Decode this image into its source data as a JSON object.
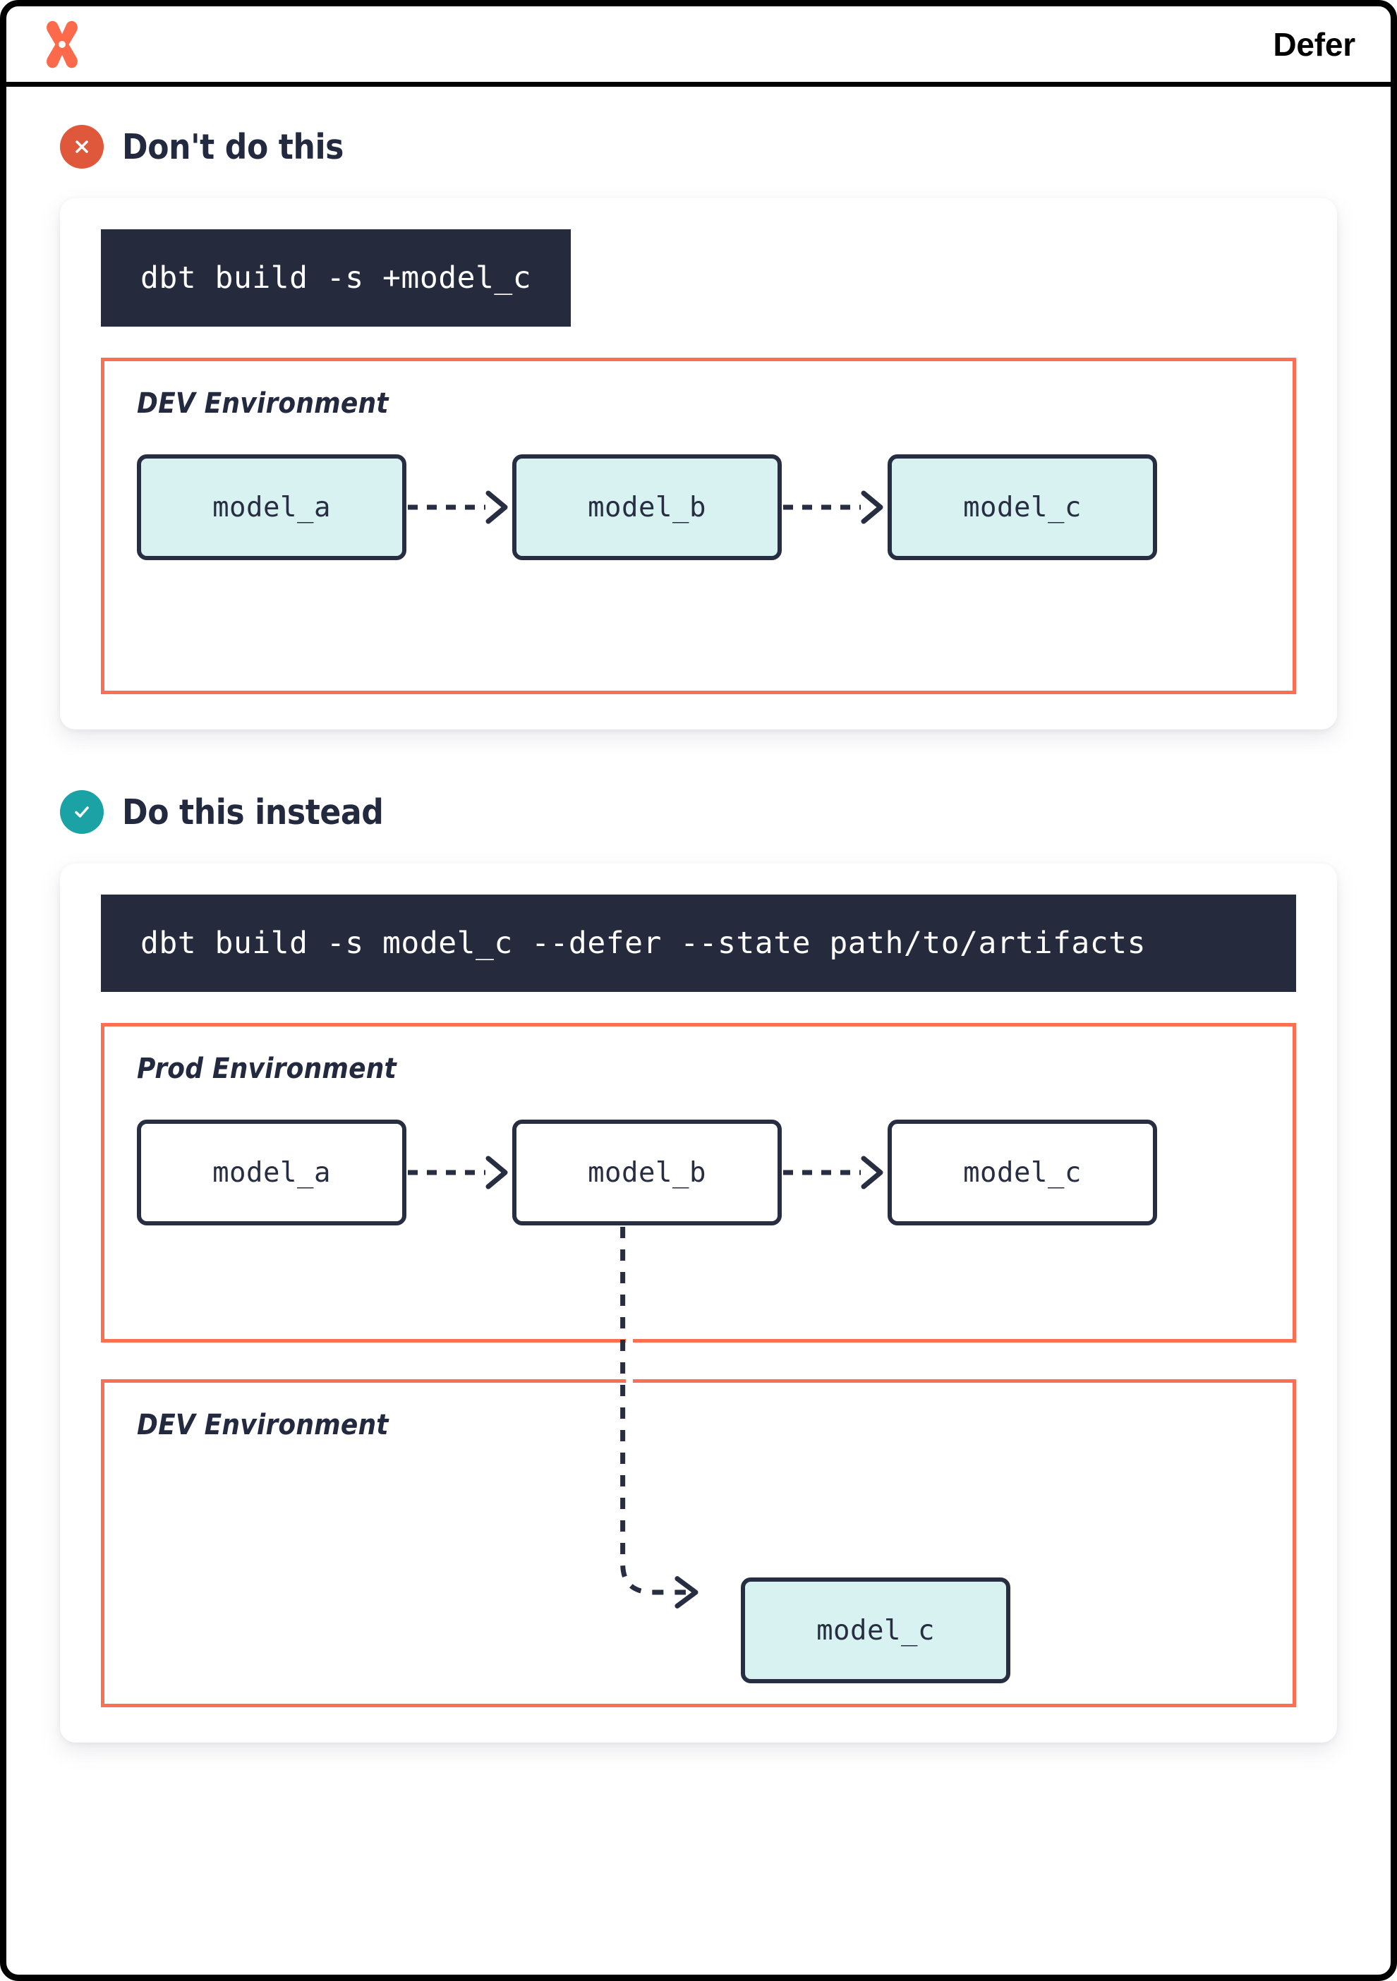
{
  "header": {
    "logo_name": "dbt-logo",
    "title": "Defer",
    "logo_color": "#fc6a4b"
  },
  "colors": {
    "orange": "#fd6f53",
    "bad_badge": "#e0583b",
    "good_badge": "#1ba2a5",
    "ink": "#272e42",
    "terminal_bg": "#252b3d",
    "mint_fill": "#d8f2f2"
  },
  "sections": [
    {
      "badge_icon": "x-circle-icon",
      "badge_kind": "bad",
      "title": "Don't do this",
      "command": "dbt build -s +model_c",
      "environments": [
        {
          "label": "DEV Environment",
          "nodes": [
            {
              "label": "model_a",
              "fill": "mint"
            },
            {
              "label": "model_b",
              "fill": "mint"
            },
            {
              "label": "model_c",
              "fill": "mint"
            }
          ]
        }
      ]
    },
    {
      "badge_icon": "check-circle-icon",
      "badge_kind": "good",
      "title": "Do this instead",
      "command": "dbt build -s model_c --defer --state path/to/artifacts",
      "environments": [
        {
          "label": "Prod Environment",
          "nodes": [
            {
              "label": "model_a",
              "fill": "white"
            },
            {
              "label": "model_b",
              "fill": "white"
            },
            {
              "label": "model_c",
              "fill": "white"
            }
          ]
        },
        {
          "label": "DEV Environment",
          "nodes": [
            {
              "label": "model_c",
              "fill": "mint"
            }
          ]
        }
      ]
    }
  ]
}
